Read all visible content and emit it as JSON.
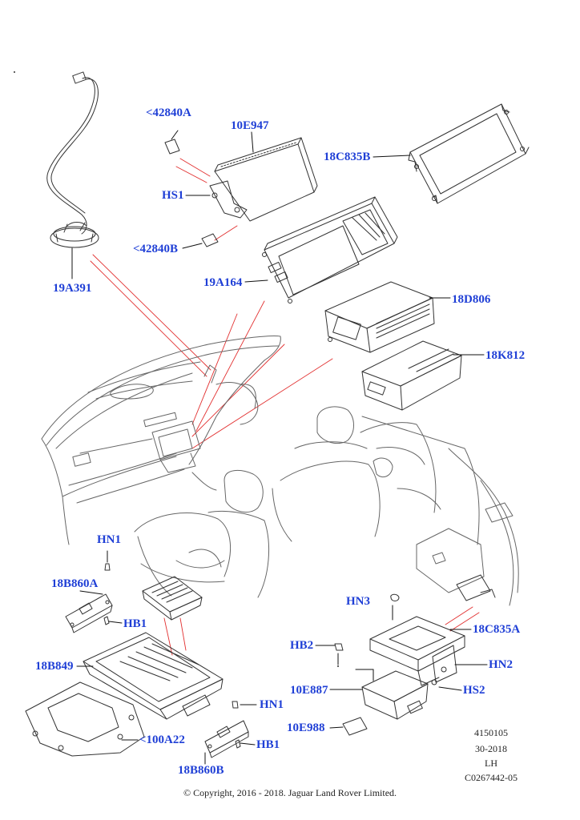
{
  "callouts": {
    "c42840a": "<42840A",
    "c10e947": "10E947",
    "c18c835b": "18C835B",
    "chs1": "HS1",
    "c42840b": "<42840B",
    "c19a164": "19A164",
    "c19a391": "19A391",
    "c18d806": "18D806",
    "c18k812": "18K812",
    "chn1_top": "HN1",
    "c18b860a": "18B860A",
    "chb1_top": "HB1",
    "c18b849": "18B849",
    "chn3": "HN3",
    "c18c835a": "18C835A",
    "chb2": "HB2",
    "chn2": "HN2",
    "c10e887": "10E887",
    "chs2": "HS2",
    "chn1_bot": "HN1",
    "c10e988": "10E988",
    "chb1_bot": "HB1",
    "c100a22": "<100A22",
    "c18b860b": "18B860B"
  },
  "reference": {
    "line1": "4150105",
    "line2": "30-2018",
    "line3": "LH",
    "line4": "C0267442-05"
  },
  "copyright": "© Copyright, 2016 - 2018. Jaguar Land Rover Limited.",
  "colors": {
    "callout_text": "#1f3fd6",
    "leader_line": "#e23030",
    "line_art": "#333333"
  }
}
